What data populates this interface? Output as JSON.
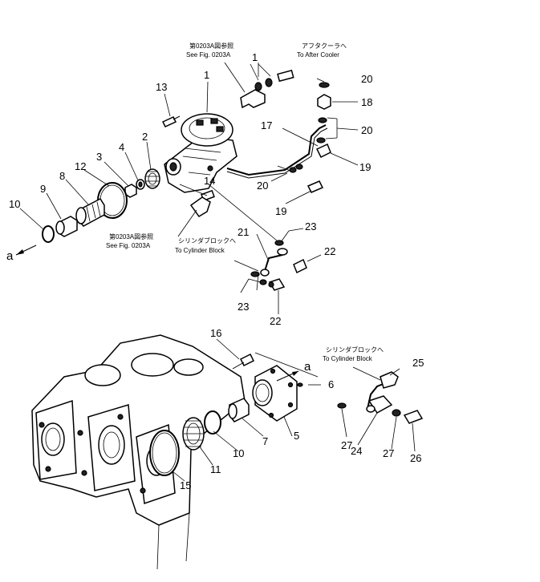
{
  "diagram": {
    "part_numbers": {
      "p1a": "1",
      "p1b": "1",
      "p2": "2",
      "p3": "3",
      "p4": "4",
      "p5": "5",
      "p6": "6",
      "p7": "7",
      "p8": "8",
      "p9": "9",
      "p10a": "10",
      "p10b": "10",
      "p11": "11",
      "p12": "12",
      "p13": "13",
      "p14": "14",
      "p15": "15",
      "p16": "16",
      "p17": "17",
      "p18": "18",
      "p19a": "19",
      "p19b": "19",
      "p20a": "20",
      "p20b": "20",
      "p20c": "20",
      "p21": "21",
      "p22a": "22",
      "p22b": "22",
      "p23a": "23",
      "p23b": "23",
      "p24": "24",
      "p25": "25",
      "p26": "26",
      "p27a": "27",
      "p27b": "27"
    },
    "letters": {
      "a1": "a",
      "a2": "a"
    },
    "references": {
      "see_fig_top_jp": "第0203A図参照",
      "see_fig_top_en": "See Fig. 0203A",
      "see_fig_left_jp": "第0203A図参照",
      "see_fig_left_en": "See Fig. 0203A",
      "after_cooler_jp": "アフタクーラへ",
      "after_cooler_en": "To After Cooler",
      "cyl_block_1_jp": "シリンダブロックへ",
      "cyl_block_1_en": "To Cylinder Block",
      "cyl_block_2_jp": "シリンダブロックへ",
      "cyl_block_2_en": "To Cylinder Block"
    }
  }
}
